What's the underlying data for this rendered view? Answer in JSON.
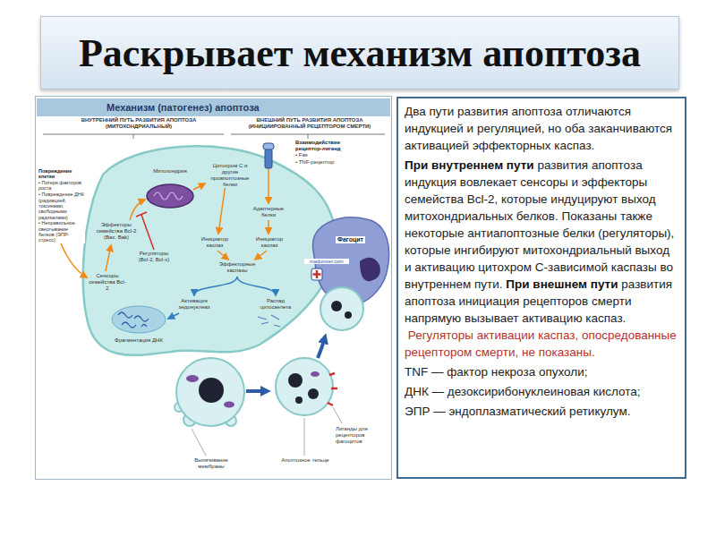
{
  "diagram": {
    "title": "Раскрывает механизм апоптоза",
    "nodes": [
      {
        "text": [
          "Механизм (патогенез) апоптоза"
        ]
      },
      {
        "text": [
          "Фагоцит"
        ],
        "in": 0
      },
      {
        "text": [
          "Два пути развития апоптоза отличаются индукцией и регуляцией, но оба заканчиваются активацией эффекторных каспаз.",
          "При внутреннем пути",
          "развития апоптоза индукция вовлекает сенсоры и эффекторы семейства Bcl-2, которые индуцируют выход митохондриальных белков. Показаны также некоторые антиапоптозные белки (регуляторы), которые ингибируют митохондриальный выход и активацию цитохром С-зависимой каспазы во внутреннем пути.",
          "При внешнем пути",
          "развития апоптоза инициация рецепторов смерти напрямую вызывает активацию каспаз.",
          "Регуляторы активации каспаз, опосредованные рецептором смерти, не показаны.",
          "TNF — фактор некроза опухоли;",
          "ДНК — дезоксирибонуклеиновая кислота;",
          "ЭПР — эндоплазматический ретикулум."
        ]
      }
    ],
    "labels": [
      "ВНУТРЕННИЙ ПУТЬ РАЗВИТИЯ АПОПТОЗА (МИТОХОНДРИАЛЬНЫЙ)",
      "ВНЕШНИЙ ПУТЬ РАЗВИТИЯ АПОПТОЗА (ИНИЦИИРОВАННЫЙ РЕЦЕПТОРОМ СМЕРТИ)",
      "Повреждение клетки",
      "• Потеря факторов роста",
      "• Повреждение ДНК (радиацией, токсинами, свободными радикалами)",
      "• Неправильное свертывание белков (ЭПР-стресс)",
      "Митохондрия",
      "Цитохром С и другие проапоптозные белки",
      "Взаимодействие рецептор-лиганд",
      "• Fas",
      "• TNF-рецептор",
      "Эффекторы семейства Bcl-2 (Bax, Bak)",
      "Адаптерные белки",
      "Инициатор каспаз",
      "Инициатор каспаз",
      "Регуляторы (Bcl-2, Bcl-x)",
      "Эффекторные каспазы",
      "Сенсоры семейства Bcl-2",
      "Активация эндонуклеаз",
      "Распад цитоскелета",
      "Фрагментация ДНК",
      "meduniver.com",
      "Лиганды для рецепторов фагоцитов",
      "Выпячивание мембраны",
      "Апоптозное тельце"
    ]
  }
}
